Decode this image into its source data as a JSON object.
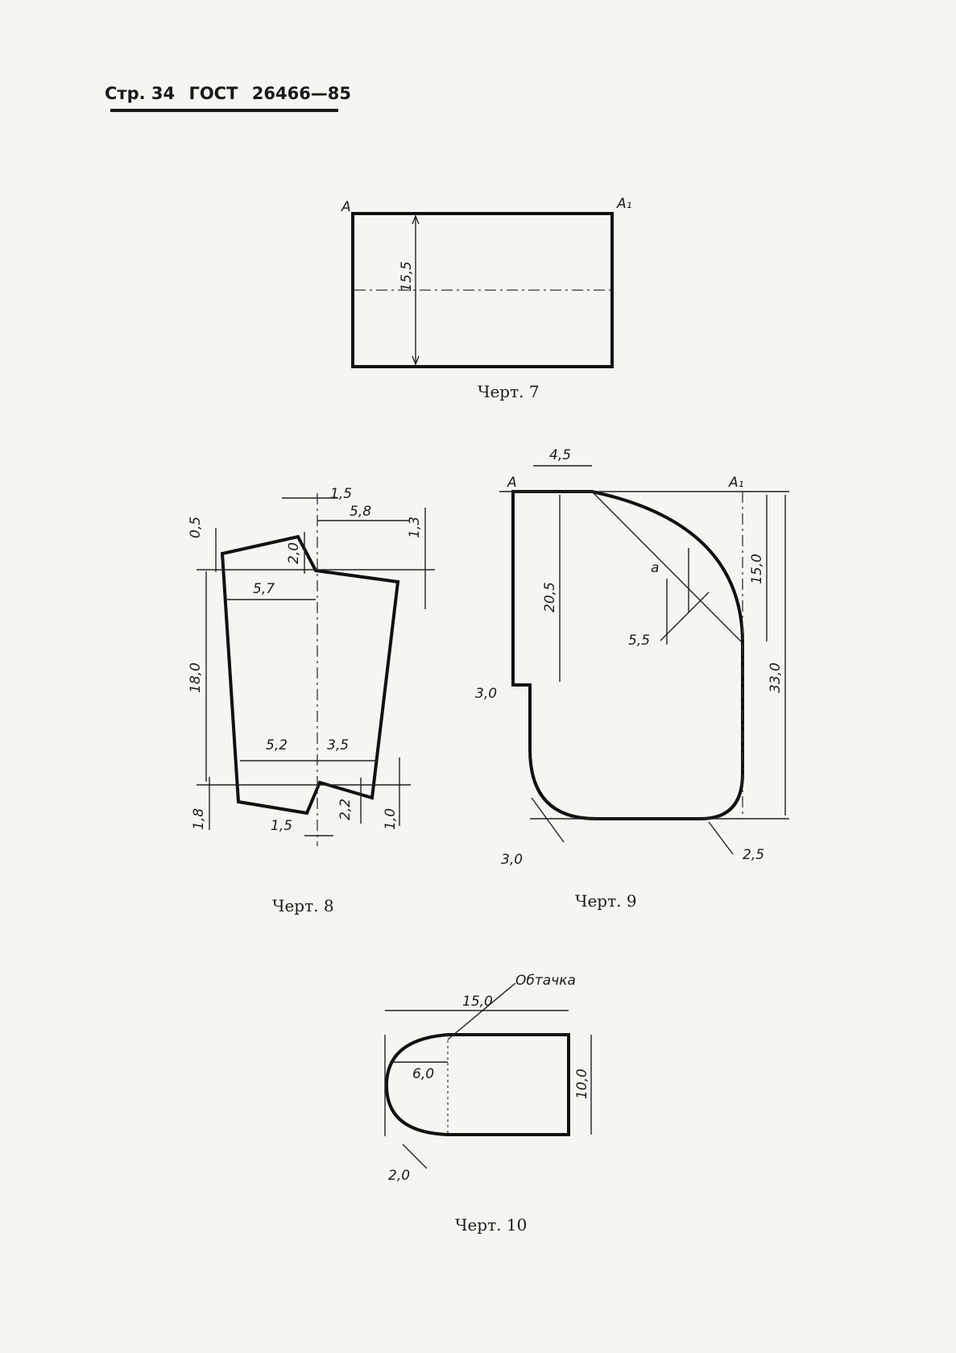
{
  "header": {
    "page_label": "Стр. 34",
    "standard": "ГОСТ",
    "number": "26466—85"
  },
  "fig7": {
    "caption": "Черт. 7",
    "label_left": "А",
    "label_right": "А₁",
    "dim_height": "15,5"
  },
  "fig8": {
    "caption": "Черт. 8",
    "dims": [
      "1,5",
      "5,8",
      "0,5",
      "1,3",
      "2,0",
      "5,7",
      "18,0",
      "5,2",
      "3,5",
      "2,2",
      "1,0",
      "1,8",
      "1,5"
    ]
  },
  "fig9": {
    "caption": "Черт. 9",
    "label_left": "А",
    "label_right": "А₁",
    "point_label": "а",
    "dims": [
      "4,5",
      "20,5",
      "15,0",
      "33,0",
      "5,5",
      "3,0",
      "3,0",
      "2,5"
    ]
  },
  "fig10": {
    "caption": "Черт. 10",
    "label": "Обтачка",
    "dims": [
      "15,0",
      "6,0",
      "10,0",
      "2,0"
    ]
  }
}
